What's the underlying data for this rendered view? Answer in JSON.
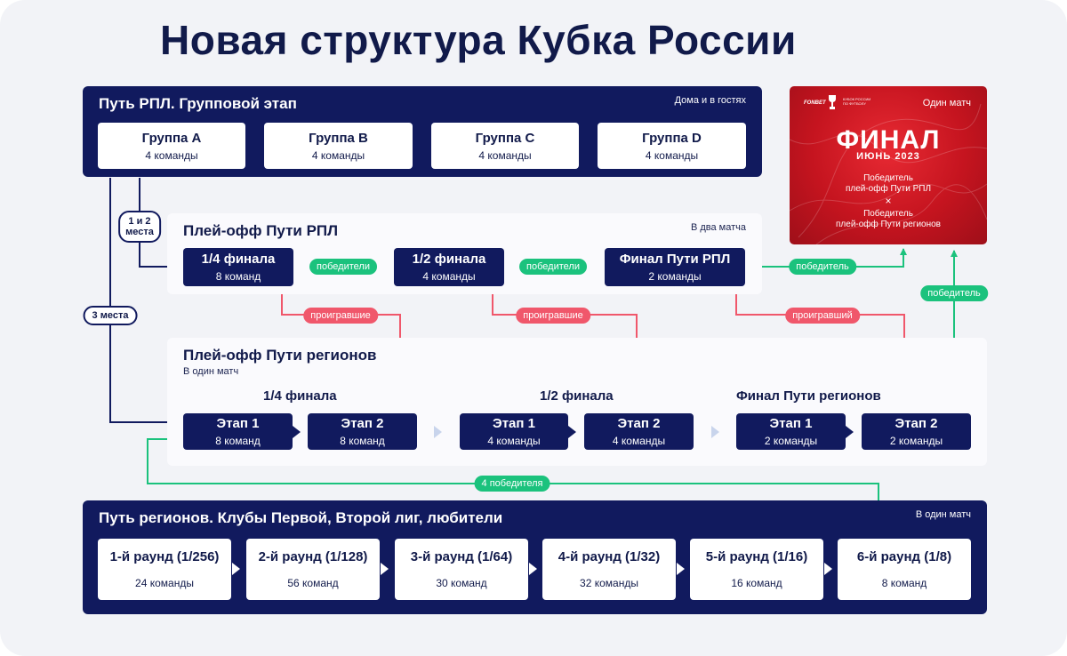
{
  "title": "Новая структура Кубка России",
  "rpl_group": {
    "title": "Путь РПЛ. Групповой этап",
    "note": "Дома и в гостях",
    "groups": [
      {
        "name": "Группа А",
        "teams": "4 команды"
      },
      {
        "name": "Группа B",
        "teams": "4 команды"
      },
      {
        "name": "Группа C",
        "teams": "4 команды"
      },
      {
        "name": "Группа D",
        "teams": "4 команды"
      }
    ]
  },
  "final": {
    "brand": "FONBET",
    "league": "КУБОК РОССИИ ПО ФУТБОЛУ",
    "note": "Один матч",
    "title": "ФИНАЛ",
    "date": "ИЮНЬ 2023",
    "winner1_line1": "Победитель",
    "winner1_line2": "плей-офф Пути РПЛ",
    "cross": "×",
    "winner2_line1": "Победитель",
    "winner2_line2": "плей-офф Пути регионов"
  },
  "rpl_playoff": {
    "title": "Плей-офф Пути РПЛ",
    "note": "В два матча",
    "stages": [
      {
        "name": "1/4 финала",
        "teams": "8 команд"
      },
      {
        "name": "1/2 финала",
        "teams": "4 команды"
      },
      {
        "name": "Финал Пути РПЛ",
        "teams": "2 команды"
      }
    ]
  },
  "regions_playoff": {
    "title": "Плей-офф Пути регионов",
    "note": "В один матч",
    "rounds": [
      {
        "title": "1/4 финала",
        "stages": [
          {
            "name": "Этап 1",
            "teams": "8 команд"
          },
          {
            "name": "Этап 2",
            "teams": "8 команд"
          }
        ]
      },
      {
        "title": "1/2 финала",
        "stages": [
          {
            "name": "Этап 1",
            "teams": "4 команды"
          },
          {
            "name": "Этап 2",
            "teams": "4 команды"
          }
        ]
      },
      {
        "title": "Финал Пути регионов",
        "stages": [
          {
            "name": "Этап 1",
            "teams": "2 команды"
          },
          {
            "name": "Этап 2",
            "teams": "2 команды"
          }
        ]
      }
    ]
  },
  "regions_path": {
    "title": "Путь регионов. Клубы Первой, Второй лиг, любители",
    "note": "В один матч",
    "rounds": [
      {
        "name": "1-й раунд (1/256)",
        "teams": "24 команды"
      },
      {
        "name": "2-й раунд (1/128)",
        "teams": "56 команд"
      },
      {
        "name": "3-й раунд (1/64)",
        "teams": "30 команд"
      },
      {
        "name": "4-й раунд (1/32)",
        "teams": "32 команды"
      },
      {
        "name": "5-й раунд (1/16)",
        "teams": "16 команд"
      },
      {
        "name": "6-й раунд (1/8)",
        "teams": "8 команд"
      }
    ]
  },
  "labels": {
    "places_1_2_line1": "1 и 2",
    "places_1_2_line2": "места",
    "places_3": "3 места",
    "winners": "победители",
    "winner": "победитель",
    "losers": "проигравшие",
    "loser": "проигравший",
    "four_winners": "4 победителя"
  },
  "colors": {
    "navy": "#111a5e",
    "green": "#1bc27d",
    "red": "#f0576b",
    "final_red": "#d41c26"
  }
}
